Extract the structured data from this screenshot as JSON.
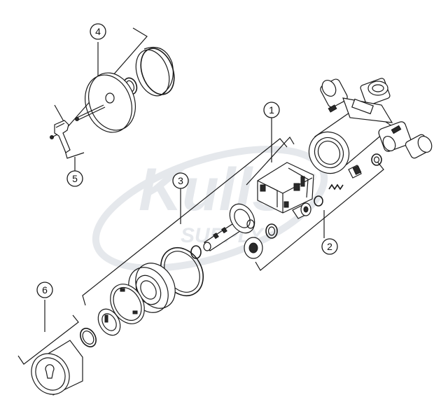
{
  "watermark": {
    "brand": "Kulls",
    "tagline": "SUPPLY",
    "trademark": "®"
  },
  "callouts": [
    {
      "id": "1",
      "label": "1"
    },
    {
      "id": "2",
      "label": "2"
    },
    {
      "id": "3",
      "label": "3"
    },
    {
      "id": "4",
      "label": "4"
    },
    {
      "id": "5",
      "label": "5"
    },
    {
      "id": "6",
      "label": "6"
    }
  ]
}
